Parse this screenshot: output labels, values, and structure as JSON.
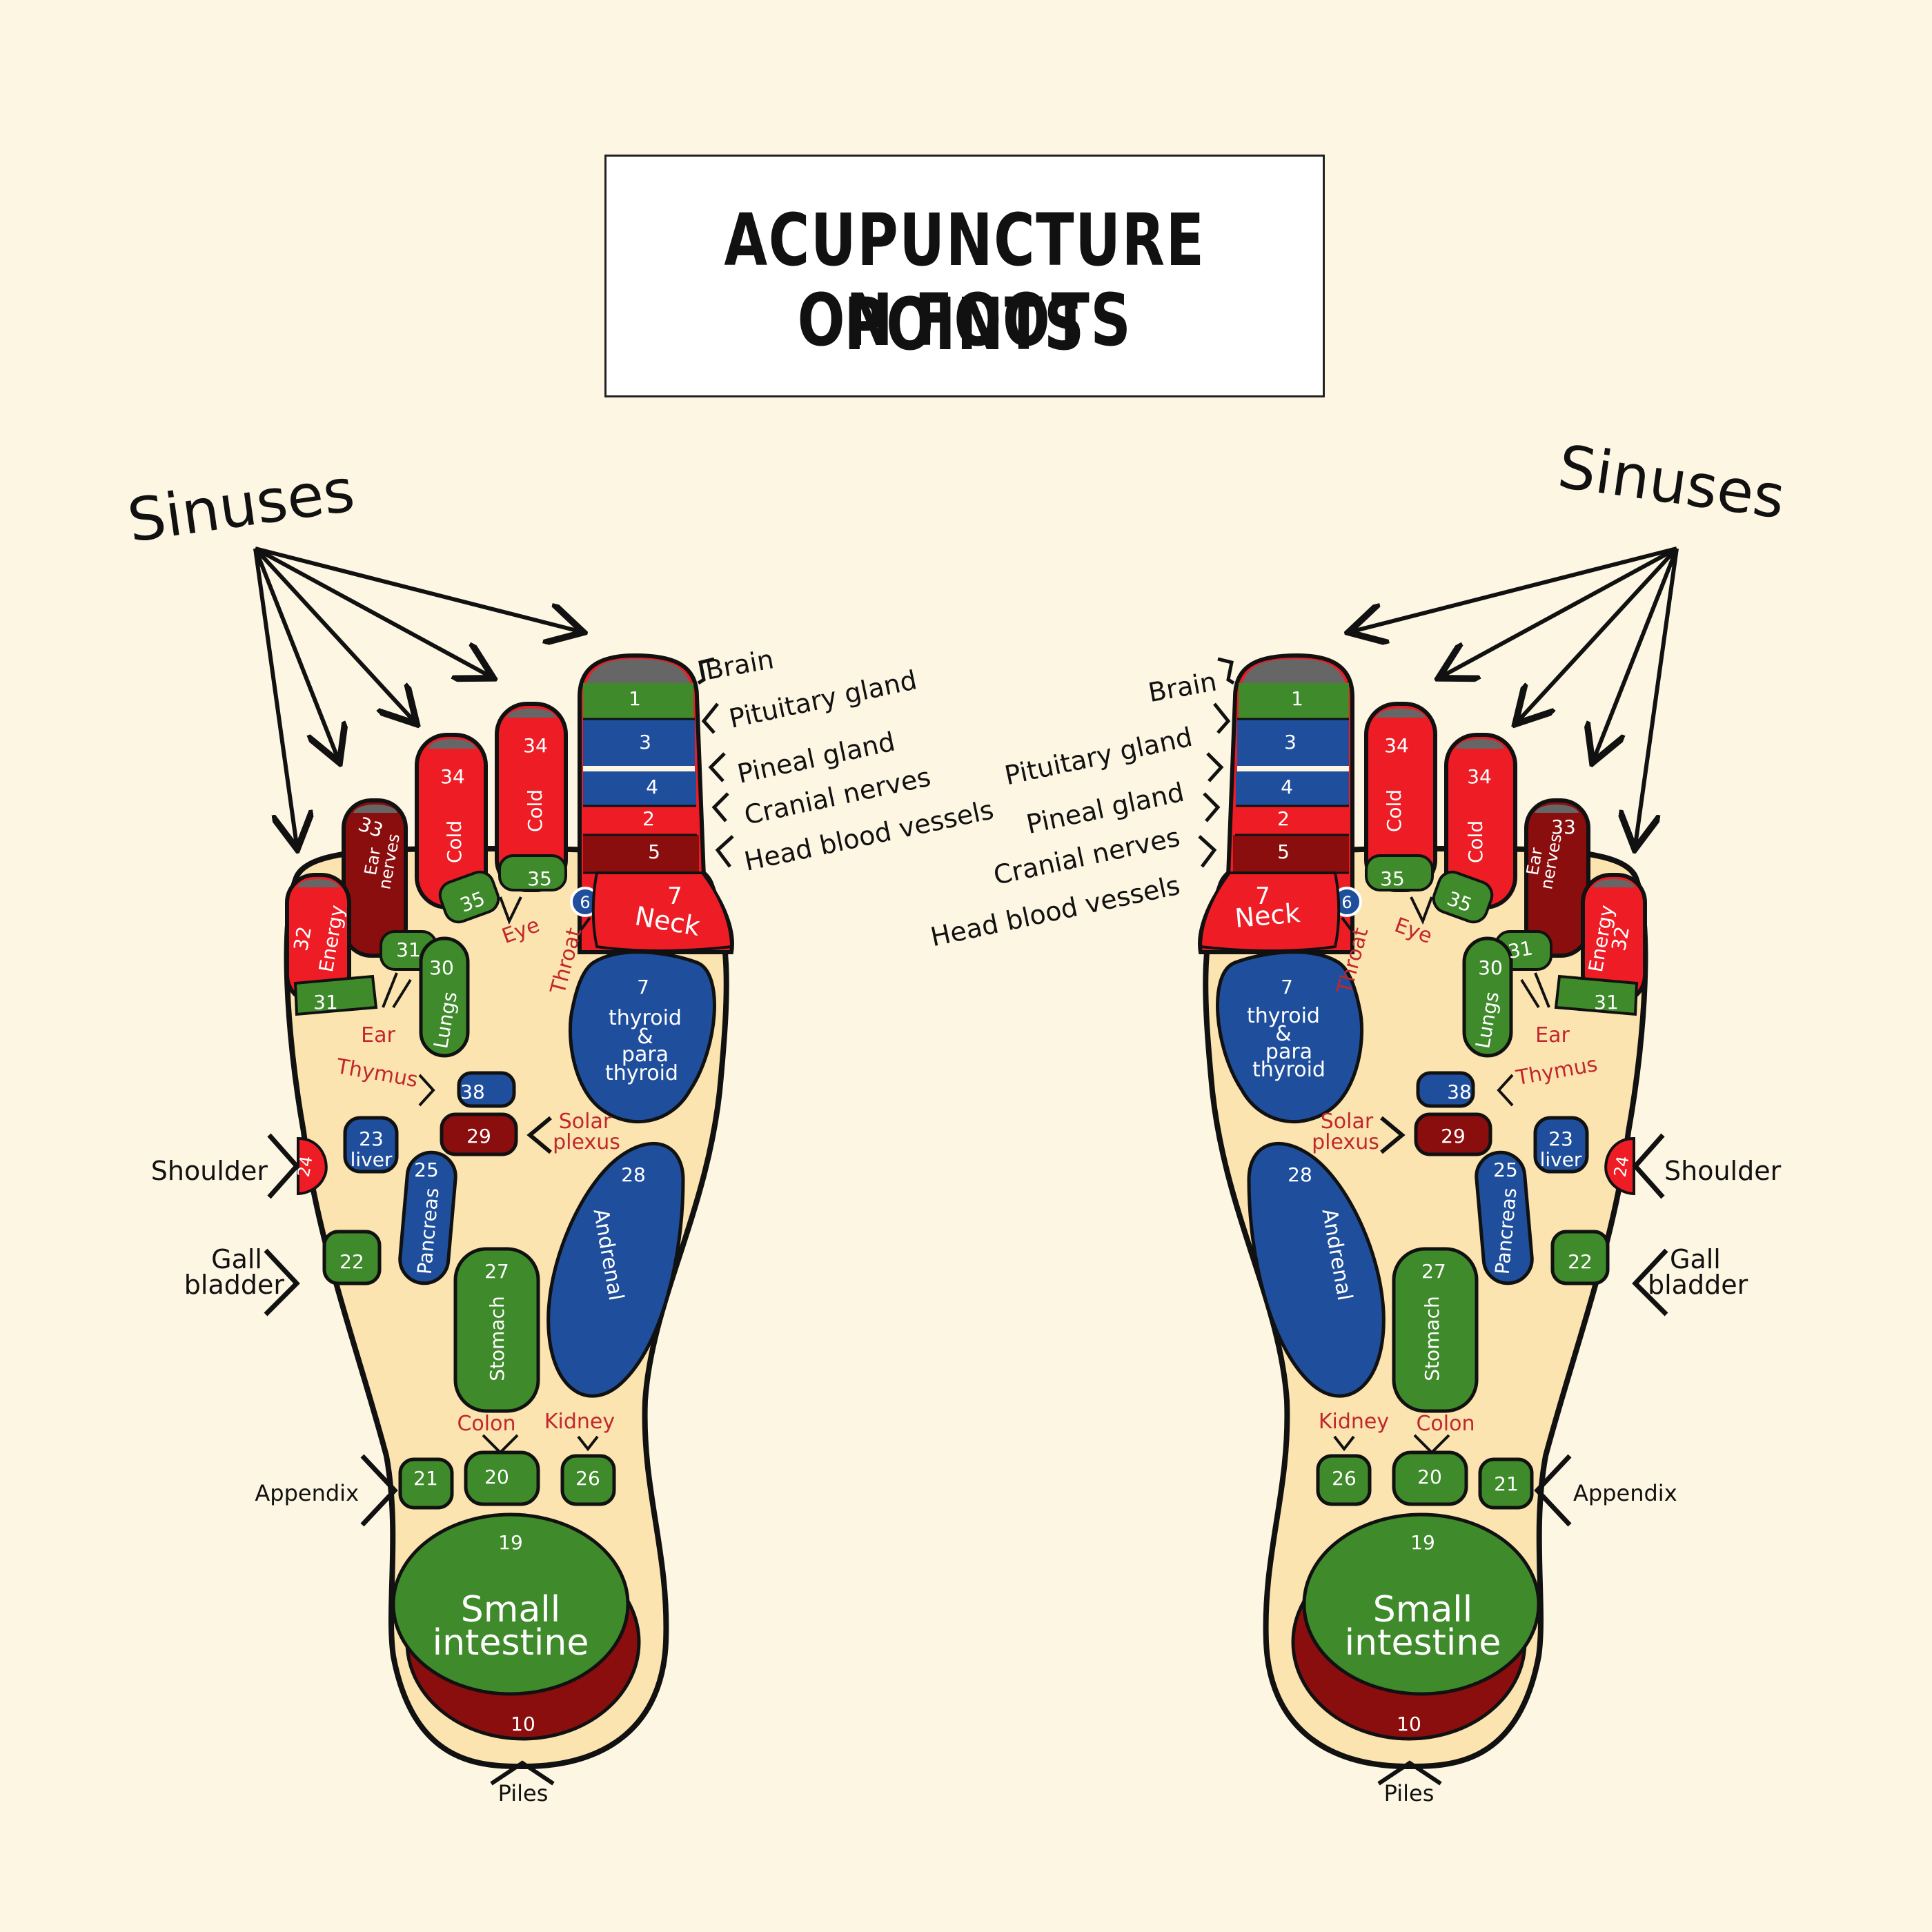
{
  "title": {
    "line1": "ACUPUNCTURE POINTS",
    "line2": "ON FOOTS"
  },
  "colors": {
    "background": "#fdf6e3",
    "skin": "#fbe4b0",
    "red": "#ee1c24",
    "dark_red": "#8b0e0e",
    "green": "#3f8a2a",
    "blue": "#1f4f9c",
    "gray": "#666666",
    "label_red": "#c1272d"
  },
  "labels": {
    "sinuses": "Sinuses",
    "brain": "Brain",
    "pituitary": "Pituitary gland",
    "pineal": "Pineal gland",
    "cranial": "Cranial nerves",
    "head_vessels": "Head blood vessels",
    "shoulder": "Shoulder",
    "gall": "Gall",
    "bladder": "bladder",
    "appendix": "Appendix",
    "piles": "Piles",
    "ear": "Ear",
    "eye": "Eye",
    "throat": "Throat",
    "thymus": "Thymus",
    "solar": "Solar",
    "plexus": "plexus",
    "colon": "Colon",
    "kidney": "Kidney"
  },
  "zones": {
    "n1": "1",
    "n2": "2",
    "n3": "3",
    "n4": "4",
    "n5": "5",
    "n6": "6",
    "n7": "7",
    "n10": "10",
    "n19": "19",
    "n20": "20",
    "n21": "21",
    "n22": "22",
    "n23": "23",
    "n24": "24",
    "n25": "25",
    "n26": "26",
    "n27": "27",
    "n28": "28",
    "n29": "29",
    "n30": "30",
    "n31": "31",
    "n32": "32",
    "n33": "33",
    "n34": "34",
    "n35": "35",
    "n38": "38",
    "neck": "Neck",
    "cold": "Cold",
    "energy": "Energy",
    "ear_nerves_1": "Ear",
    "ear_nerves_2": "nerves",
    "lungs": "Lungs",
    "thyroid_1": "thyroid",
    "thyroid_2": "&",
    "thyroid_3": "para",
    "thyroid_4": "thyroid",
    "liver": "liver",
    "pancreas": "Pancreas",
    "andrenal": "Andrenal",
    "stomach": "Stomach",
    "small_1": "Small",
    "small_2": "intestine"
  }
}
